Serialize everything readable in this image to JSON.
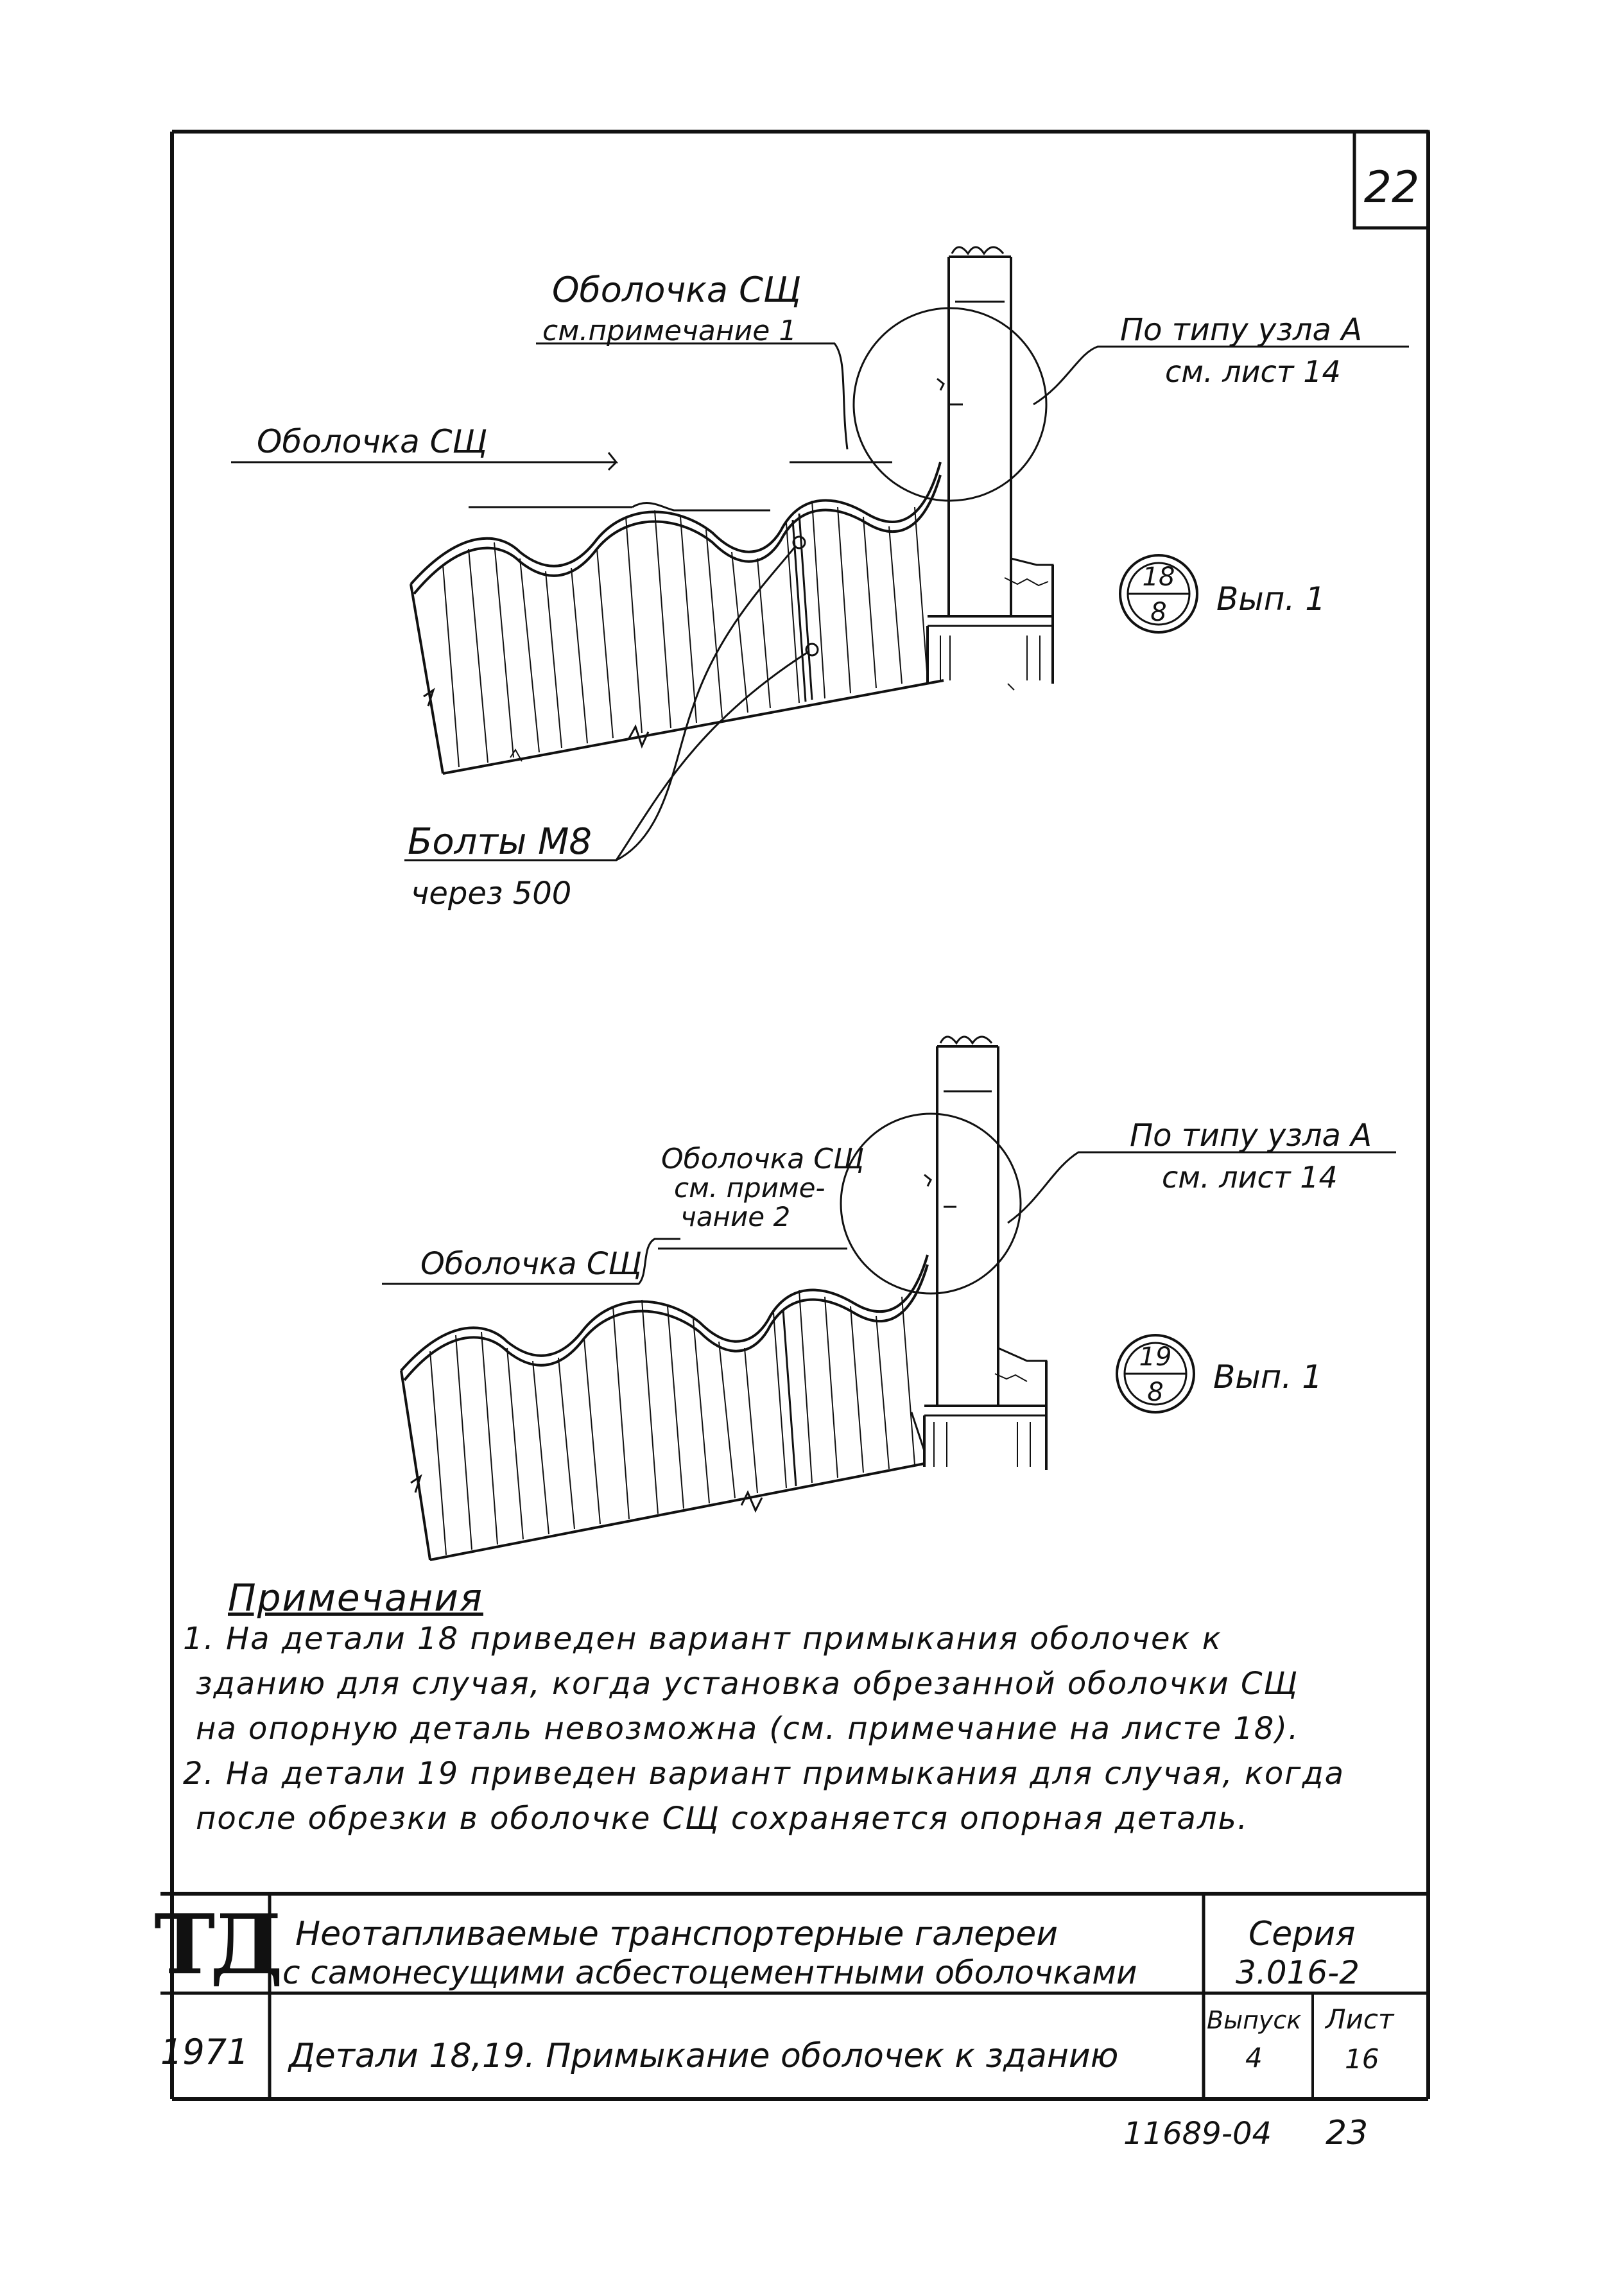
{
  "sheet": {
    "sheet_number": "22"
  },
  "detail_18": {
    "label_shell_top": "Оболочка СЩ",
    "label_shell_note": "см.примечание 1",
    "label_shell_left": "Оболочка СЩ",
    "label_ref_main": "По типу узла А",
    "label_ref_sheet": "см. лист 14",
    "callout_number": "18",
    "callout_sheet": "8",
    "callout_issue": "Вып. 1",
    "bolts_label": "Болты М8",
    "bolts_spacing": "через 500"
  },
  "detail_19": {
    "label_shell_1": "Оболочка СЩ",
    "label_shell_2": "см. приме-",
    "label_shell_3": "чание 2",
    "label_shell_left": "Оболочка СЩ",
    "label_ref_main": "По типу узла А",
    "label_ref_sheet": "см. лист 14",
    "callout_number": "19",
    "callout_sheet": "8",
    "callout_issue": "Вып. 1"
  },
  "notes": {
    "title": "Примечания",
    "lines": [
      "1. На детали 18 приведен вариант примыкания оболочек к",
      "зданию для случая, когда установка обрезанной оболочки СЩ",
      "на опорную деталь невозможна (см. примечание на листе 18).",
      "2. На детали 19 приведен вариант примыкания для случая, когда",
      "после обрезки в оболочке СЩ сохраняется опорная деталь."
    ]
  },
  "title_block": {
    "logo": "ТД",
    "title_line1": "Неотапливаемые транспортерные галереи",
    "title_line2": "с самонесущими асбестоцементными оболочками",
    "year": "1971",
    "detail_title": "Детали 18,19. Примыкание оболочек к зданию",
    "series_label": "Серия",
    "series_value": "3.016-2",
    "issue_label": "Выпуск",
    "issue_value": "4",
    "sheet_label": "Лист",
    "sheet_value": "16"
  },
  "footer": {
    "doc_number": "11689-04",
    "page_number": "23"
  }
}
